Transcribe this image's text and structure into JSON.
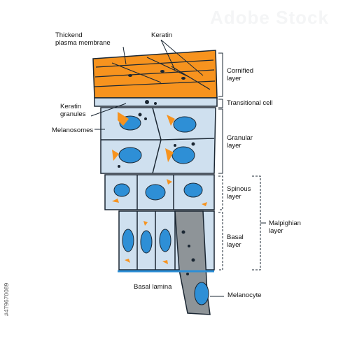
{
  "labels": {
    "thickend": "Thickend\nplasma membrane",
    "keratin": "Keratin",
    "keratin_granules": "Keratin\ngranules",
    "melanosomes": "Melanosomes",
    "cornified": "Cornified\nlayer",
    "transitional": "Transitional cell",
    "granular": "Granular\nlayer",
    "spinous": "Spinous\nlayer",
    "basal": "Basal\nlayer",
    "malpighian": "Malpighian\nlayer",
    "basal_lamina": "Basal lamina",
    "melanocyte": "Melanocyte"
  },
  "stock": {
    "id_text": "#479670089",
    "brand": "Adobe Stock"
  },
  "colors": {
    "keratin": "#f7931e",
    "cell_fill": "#cfe0ef",
    "nucleus": "#2e8fd6",
    "outline": "#1b2733",
    "melanocyte": "#8e9498",
    "melanosome": "#1b2733"
  }
}
